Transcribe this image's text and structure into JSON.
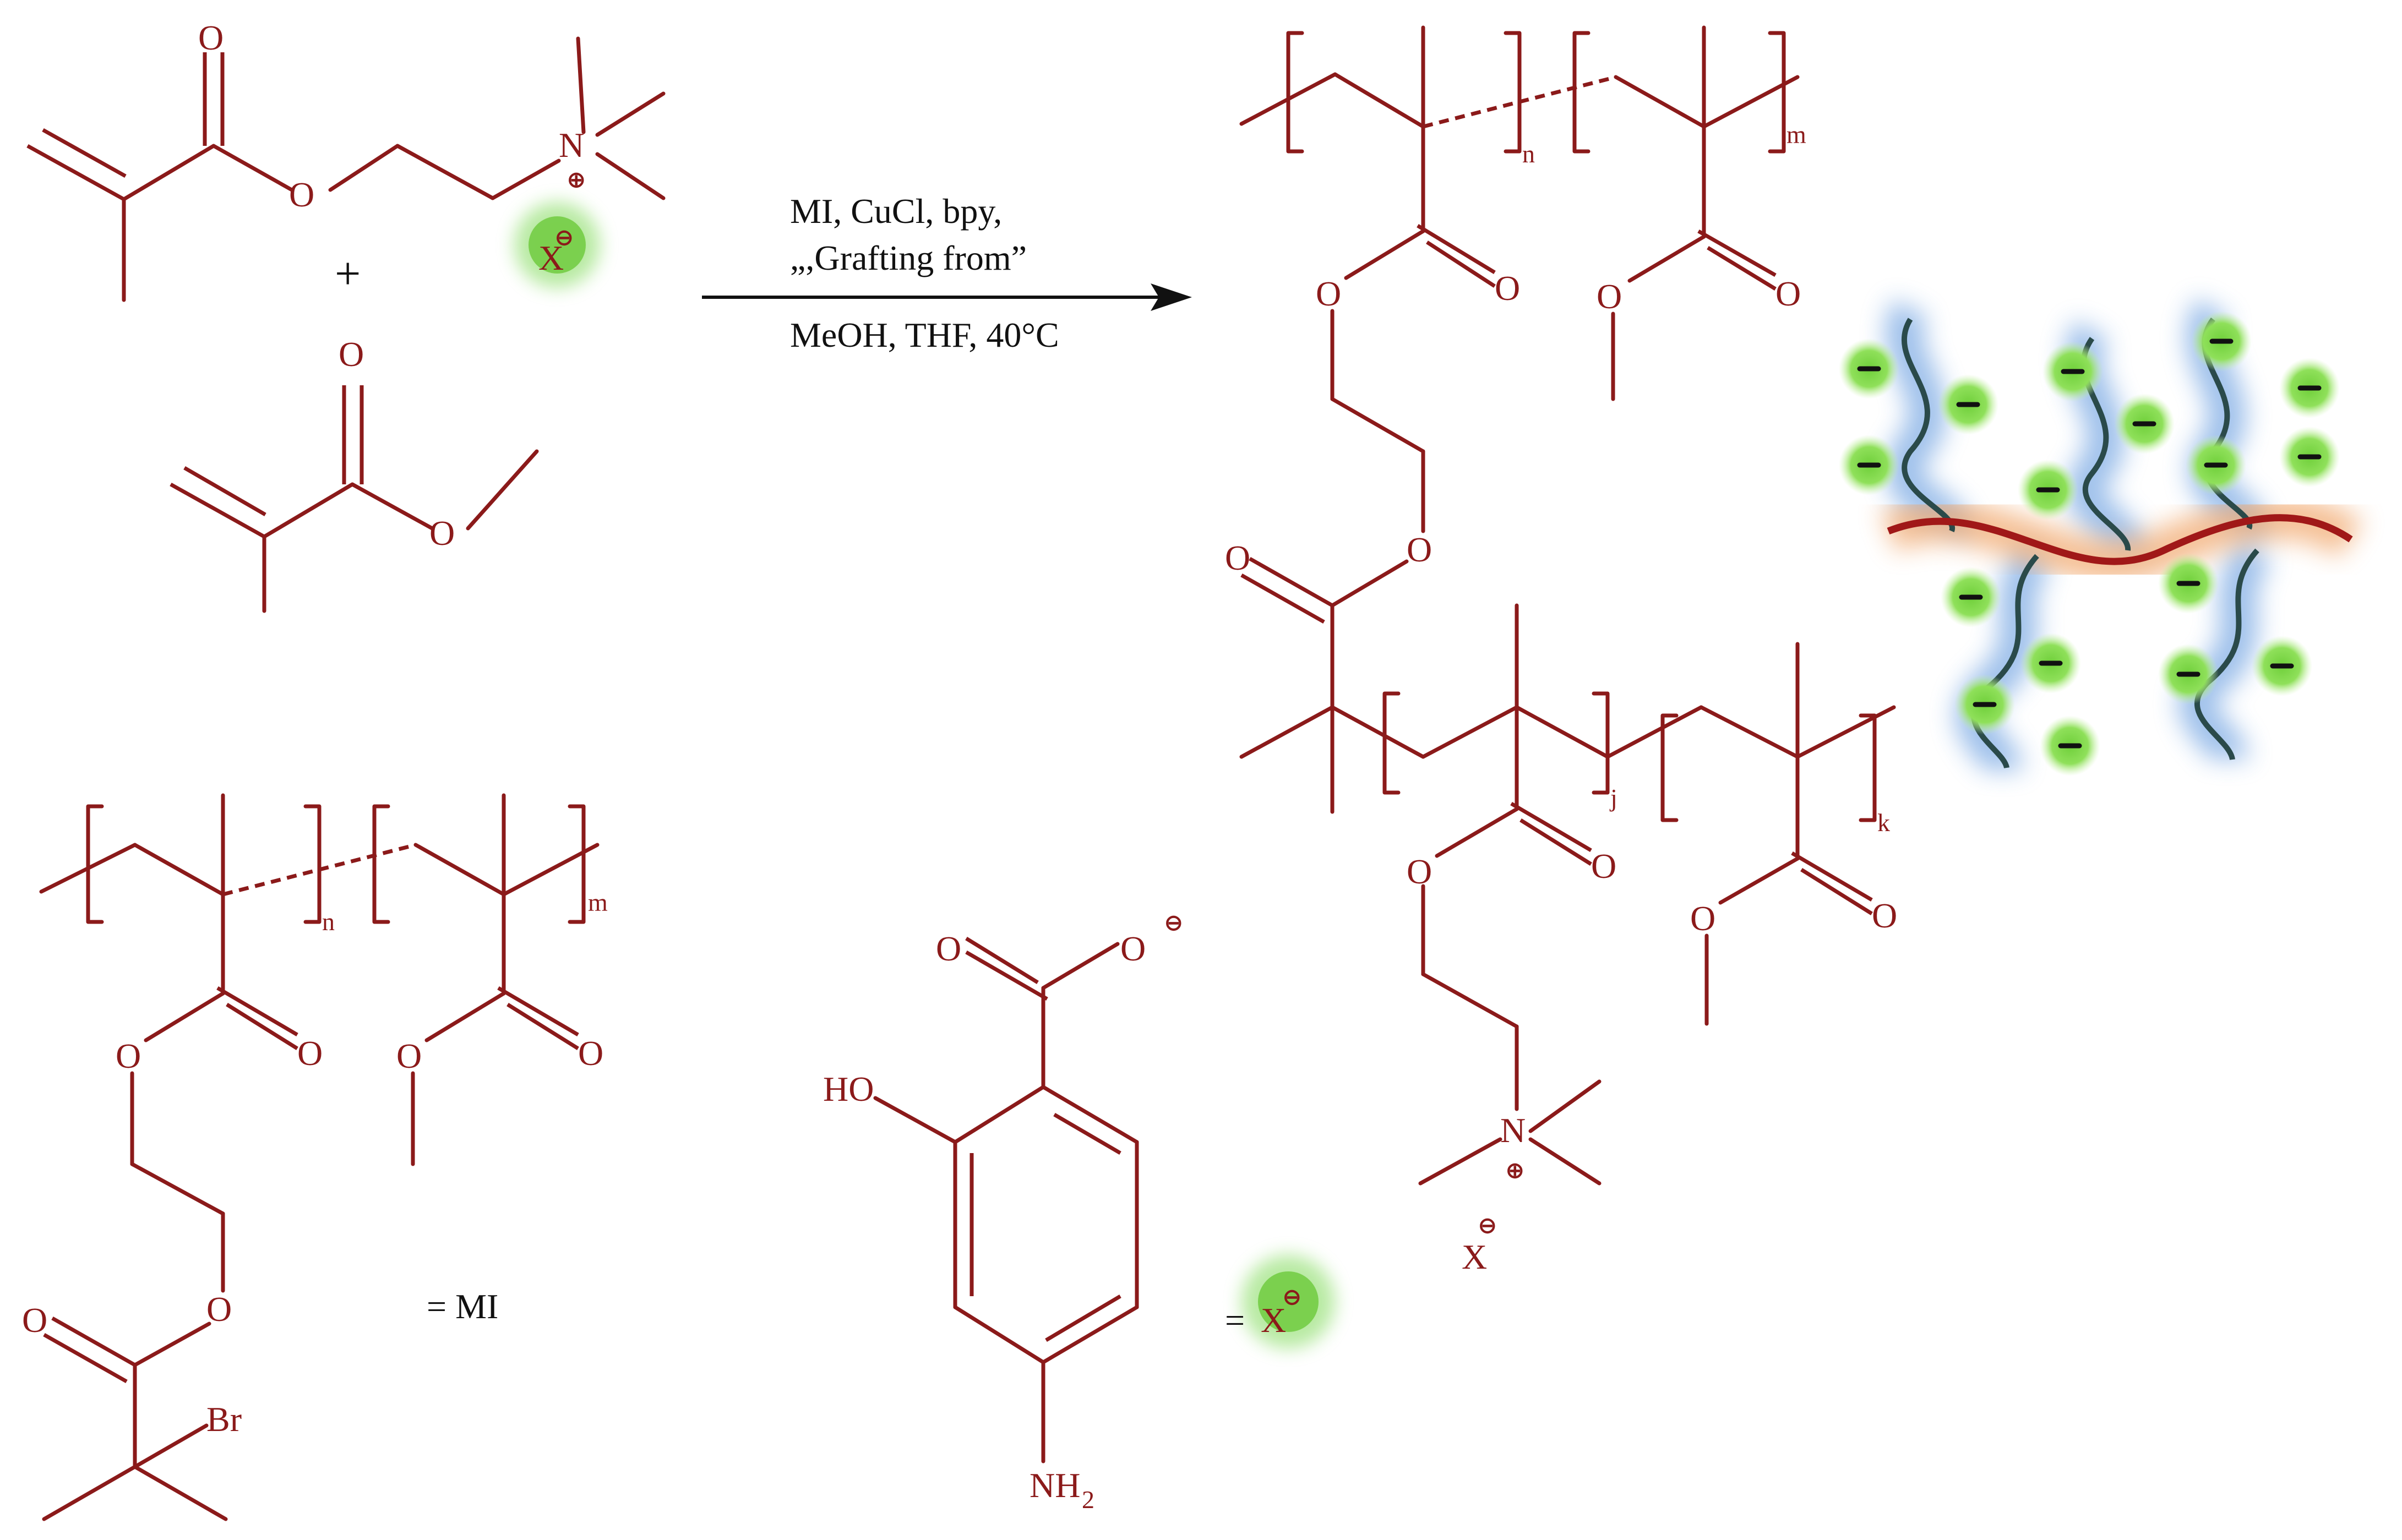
{
  "reaction": {
    "conditions_line1": "MI, CuCl, bpy,",
    "conditions_line2": "„,Grafting from”",
    "conditions_line3": "MeOH, THF, 40°C",
    "plus_sign": "+"
  },
  "atoms": {
    "oxygen": "O",
    "nitrogen": "N",
    "bromine": "Br",
    "counterion": "X",
    "hydroxyl": "HO",
    "amine": "NH",
    "amine_subscript": "2",
    "positive_charge": "⊕",
    "negative_charge": "⊖"
  },
  "subscripts": {
    "n": "n",
    "m": "m",
    "j": "j",
    "k": "k"
  },
  "legend": {
    "macroinitiator_label": "= MI",
    "counterion_equals": "="
  },
  "colors": {
    "structure": "#8b1a1a",
    "arrow_and_text": "#111111",
    "counterion_glow": "#7ed957",
    "side_chain_glow": "#6a9fe0",
    "backbone_glow": "#f0a060",
    "backbone": "#a01818",
    "side_chain": "#2a4a4a"
  }
}
